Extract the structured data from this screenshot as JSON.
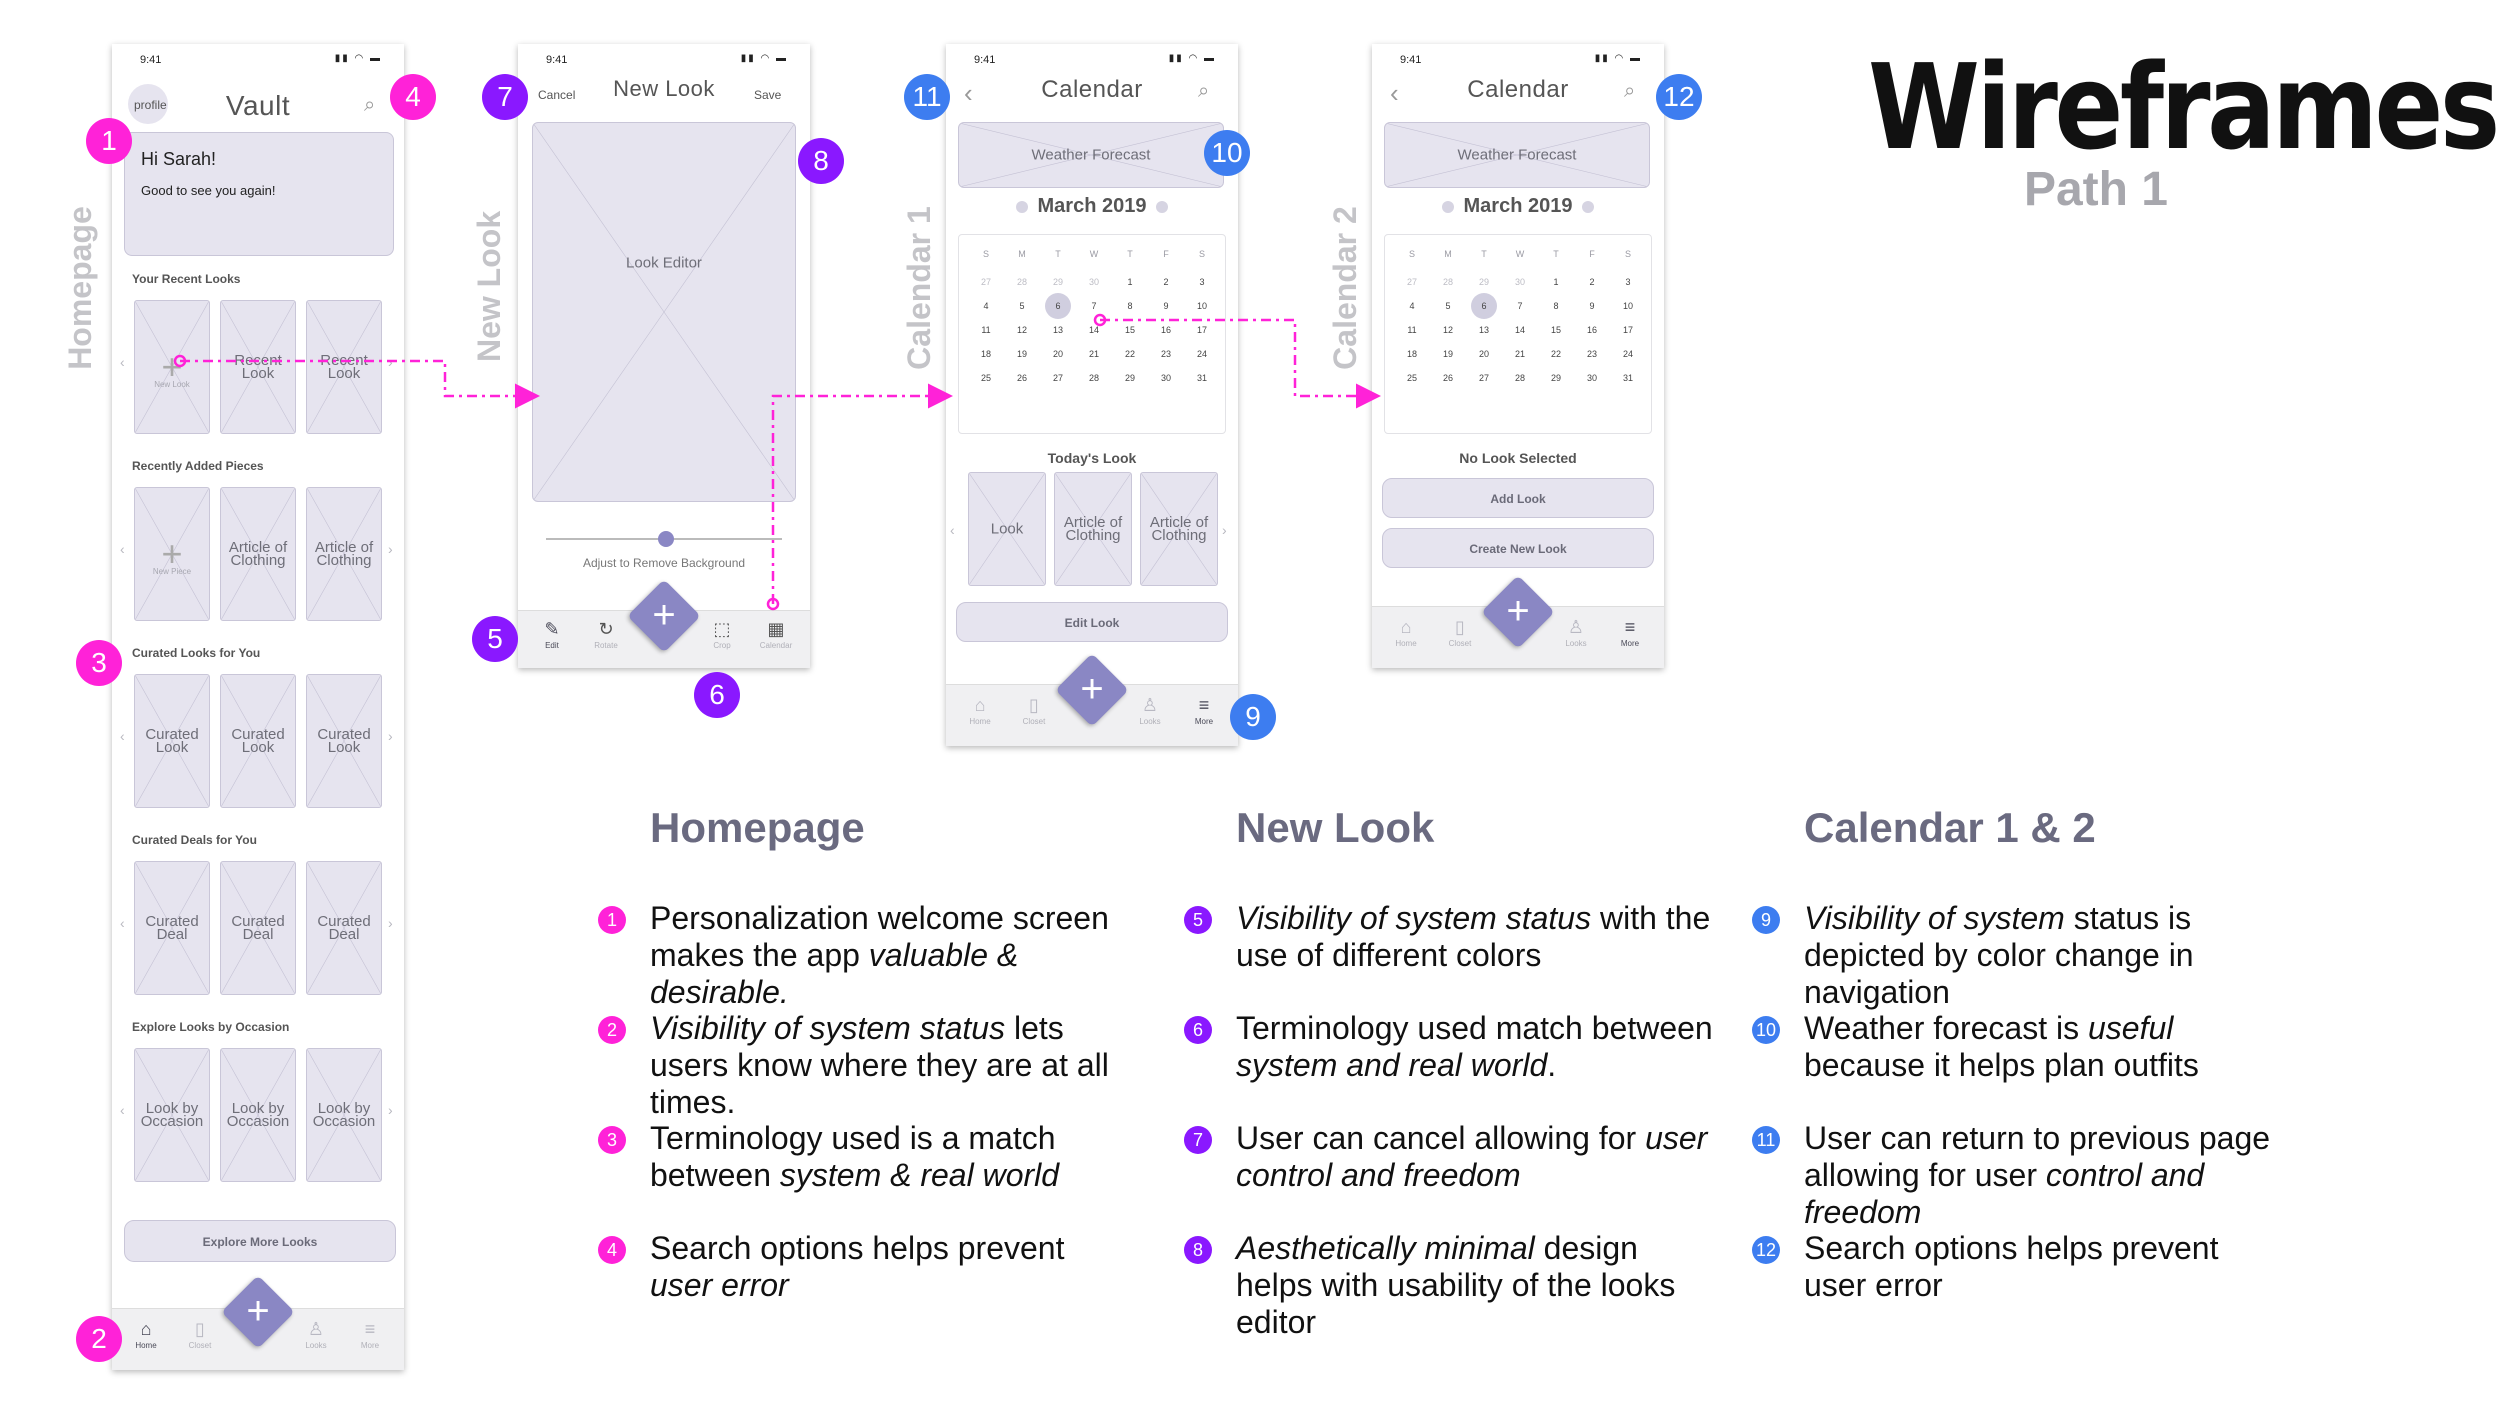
{
  "title": "Wireframes",
  "subtitle": "Path 1",
  "status_time": "9:41",
  "screens": {
    "homepage": {
      "vertical_label": "Homepage",
      "profile": "profile",
      "app_title": "Vault",
      "welcome_title": "Hi Sarah!",
      "welcome_text": "Good to see you again!",
      "sections": [
        {
          "title": "Your Recent Looks",
          "items": [
            {
              "label": "",
              "sub": "New Look",
              "plus": true
            },
            {
              "label": "Recent Look"
            },
            {
              "label": "Recent Look"
            }
          ]
        },
        {
          "title": "Recently Added Pieces",
          "items": [
            {
              "label": "",
              "sub": "New Piece",
              "plus": true
            },
            {
              "label": "Article of Clothing"
            },
            {
              "label": "Article of Clothing"
            }
          ]
        },
        {
          "title": "Curated Looks for You",
          "items": [
            {
              "label": "Curated Look"
            },
            {
              "label": "Curated Look"
            },
            {
              "label": "Curated Look"
            }
          ]
        },
        {
          "title": "Curated Deals for You",
          "items": [
            {
              "label": "Curated Deal"
            },
            {
              "label": "Curated Deal"
            },
            {
              "label": "Curated Deal"
            }
          ]
        },
        {
          "title": "Explore Looks by Occasion",
          "items": [
            {
              "label": "Look by Occasion"
            },
            {
              "label": "Look by Occasion"
            },
            {
              "label": "Look by Occasion"
            }
          ]
        }
      ],
      "explore_button": "Explore More Looks",
      "nav": [
        "Home",
        "Closet",
        "Looks",
        "More"
      ]
    },
    "new_look": {
      "vertical_label": "New Look",
      "cancel": "Cancel",
      "title": "New Look",
      "save": "Save",
      "editor": "Look Editor",
      "slider_caption": "Adjust to Remove Background",
      "tools": [
        "Edit",
        "Rotate",
        "Crop",
        "Calendar"
      ]
    },
    "calendar1": {
      "vertical_label": "Calendar 1",
      "title": "Calendar",
      "weather": "Weather Forecast",
      "month": "March 2019",
      "todays_look": "Today's Look",
      "items": [
        "Look",
        "Article of Clothing",
        "Article of Clothing"
      ],
      "edit_button": "Edit Look",
      "nav": [
        "Home",
        "Closet",
        "Looks",
        "More"
      ]
    },
    "calendar2": {
      "vertical_label": "Calendar 2",
      "title": "Calendar",
      "weather": "Weather Forecast",
      "month": "March 2019",
      "no_look": "No Look Selected",
      "add_button": "Add Look",
      "create_button": "Create New Look",
      "nav": [
        "Home",
        "Closet",
        "Looks",
        "More"
      ]
    }
  },
  "calendar": {
    "dow": [
      "S",
      "M",
      "T",
      "W",
      "T",
      "F",
      "S"
    ],
    "weeks": [
      [
        "27",
        "28",
        "29",
        "30",
        "1",
        "2",
        "3"
      ],
      [
        "4",
        "5",
        "6",
        "7",
        "8",
        "9",
        "10"
      ],
      [
        "11",
        "12",
        "13",
        "14",
        "15",
        "16",
        "17"
      ],
      [
        "18",
        "19",
        "20",
        "21",
        "22",
        "23",
        "24"
      ],
      [
        "25",
        "26",
        "27",
        "28",
        "29",
        "30",
        "31"
      ]
    ]
  },
  "badges": [
    "1",
    "2",
    "3",
    "4",
    "5",
    "6",
    "7",
    "8",
    "9",
    "10",
    "11",
    "12"
  ],
  "columns": [
    {
      "heading": "Homepage",
      "points": [
        {
          "n": "1",
          "color": "pink",
          "html": "Personalization welcome screen makes the app <i>valuable &amp; desirable.</i>"
        },
        {
          "n": "2",
          "color": "pink",
          "html": "<i>Visibility of system status</i> lets users know where they are at all times."
        },
        {
          "n": "3",
          "color": "pink",
          "html": "Terminology used is a match between <i>system &amp; real world</i>"
        },
        {
          "n": "4",
          "color": "pink",
          "html": "Search options helps prevent <i>user error</i>"
        }
      ]
    },
    {
      "heading": "New Look",
      "points": [
        {
          "n": "5",
          "color": "purple",
          "html": "<i>Visibility of system status</i> with the use of different colors"
        },
        {
          "n": "6",
          "color": "purple",
          "html": "Terminology used match between <i>system and real world</i>."
        },
        {
          "n": "7",
          "color": "purple",
          "html": "User can cancel allowing for <i>user control and freedom</i>"
        },
        {
          "n": "8",
          "color": "purple",
          "html": "<i>Aesthetically minimal</i> design helps with usability of the looks editor"
        }
      ]
    },
    {
      "heading": "Calendar 1 & 2",
      "points": [
        {
          "n": "9",
          "color": "blue",
          "html": "<i>Visibility of system</i> status is depicted by color change in navigation"
        },
        {
          "n": "10",
          "color": "blue",
          "html": "Weather forecast is <i>useful</i> because it helps plan outfits"
        },
        {
          "n": "11",
          "color": "blue",
          "html": "User can return to previous page allowing for user <i>control and freedom</i>"
        },
        {
          "n": "12",
          "color": "blue",
          "html": "Search options helps prevent user error"
        }
      ]
    }
  ],
  "colors": {
    "pink": "#ff22d8",
    "purple": "#8a18ff",
    "blue": "#3d7df0",
    "accent": "#8a87c4"
  }
}
